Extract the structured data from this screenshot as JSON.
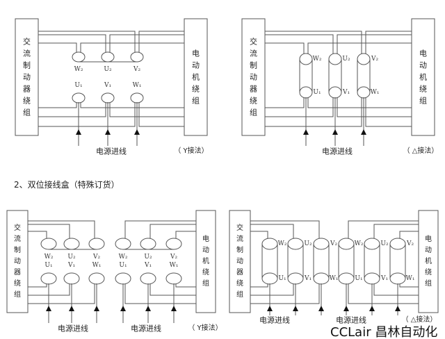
{
  "section_heading": "2、双位接线盒（特殊订货）",
  "watermark": "CCLair 昌林自动化",
  "diagrams": [
    {
      "left_box": "交流制动器绕组",
      "right_box": "电动机绕组",
      "top_terminals": [
        "W₂",
        "U₂",
        "V₂"
      ],
      "bottom_terminals": [
        "U₁",
        "V₁",
        "W₁"
      ],
      "power_labels": [
        "电源进线"
      ],
      "connection": "（ Y接法）"
    },
    {
      "left_box": "交流制动器绕组",
      "right_box": "电动机绕组",
      "top_terminals": [
        "W₂",
        "U₂",
        "V₂"
      ],
      "bottom_terminals": [
        "U₁",
        "V₁",
        "W₁"
      ],
      "power_labels": [
        "电源进线"
      ],
      "connection": "（ △接法）"
    },
    {
      "left_box": "交流制动器绕组",
      "right_box": "电动机绕组",
      "top_terminals": [
        "W₂",
        "U₂",
        "V₂"
      ],
      "bottom_terminals": [
        "U₁",
        "V₁",
        "W₁"
      ],
      "power_labels": [
        "电源进线",
        "电源进线"
      ],
      "connection": "（ Y接法）"
    },
    {
      "left_box": "交流制动器绕组",
      "right_box": "电动机绕组",
      "top_terminals": [
        "W₂",
        "U₂",
        "V₂"
      ],
      "bottom_terminals": [
        "U₁",
        "V₁",
        "W₁"
      ],
      "power_labels": [
        "电源进线",
        "电源进线"
      ],
      "connection": "（ △接法）"
    }
  ]
}
